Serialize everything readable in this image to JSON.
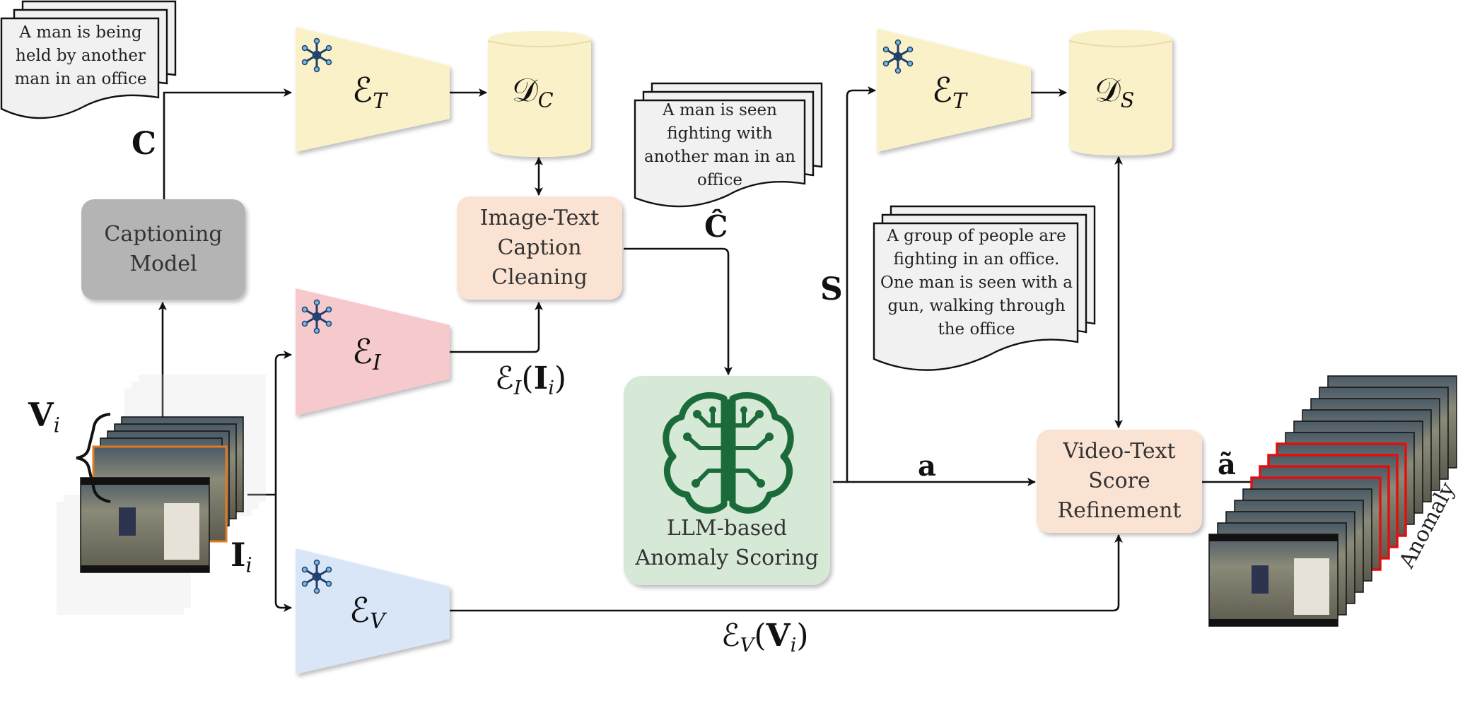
{
  "captions": {
    "input_caption": "A man is being held by another man in an office",
    "cleaned_caption": "A man is seen fighting with another man in an office",
    "summary": "A group of people are fighting in an office. One man is seen with a gun, walking through the office"
  },
  "modules": {
    "captioning_model": "Captioning Model",
    "caption_cleaning": "Image-Text Caption Cleaning",
    "llm_scoring": "LLM-based Anomaly Scoring",
    "score_refinement": "Video-Text Score Refinement"
  },
  "symbols": {
    "C": "C",
    "C_hat": "Ĉ",
    "S": "S",
    "a": "a",
    "a_tilde": "ã",
    "V": "V",
    "V_sub": "i",
    "I": "I",
    "I_sub": "i",
    "E": "ℰ",
    "E_T_sub": "T",
    "E_I_sub": "I",
    "E_V_sub": "V",
    "D": "𝒟",
    "D_C_sub": "C",
    "D_S_sub": "S",
    "E_I_of_I_sub": "I",
    "E_I_of_I_arg": "I",
    "E_I_of_I_arg_sub": "i",
    "E_V_of_V_sub": "V",
    "E_V_of_V_arg": "V",
    "E_V_of_V_arg_sub": "i",
    "anomaly": "Anomaly"
  },
  "colors": {
    "text_encoder": "#fbf1c8",
    "image_encoder": "#f6c9cc",
    "video_encoder": "#d8e6f7",
    "database": "#fbf1c8",
    "captioning_box": "#b4b4b4",
    "cleaning_box": "#fbe3d4",
    "llm_box": "#d6e8d6",
    "refine_box": "#fbe3d4",
    "document": "#f1f1f1",
    "brain": "#1b6b3a",
    "frozen": "#1d3f6b",
    "anomaly_frame": "#e01010",
    "input_frame": "#e07a20"
  }
}
